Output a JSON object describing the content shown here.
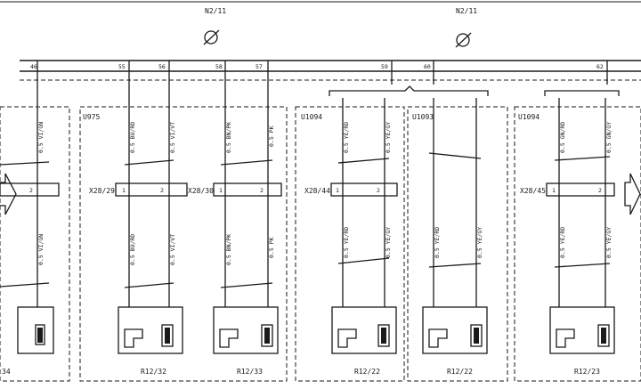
{
  "top_labels": [
    "N2/11",
    "N2/11"
  ],
  "bus_pins": [
    "46",
    "55",
    "56",
    "58",
    "57",
    "59",
    "60",
    "62"
  ],
  "modules": [
    {
      "name": "U975"
    },
    {
      "name": "U1094"
    },
    {
      "name": "U1093"
    },
    {
      "name": "U1094"
    }
  ],
  "connectors": [
    "X28/29",
    "X28/30",
    "X28/44",
    "X28/45"
  ],
  "wires_upper": [
    "0.5 VI/GN",
    "0.5 BU/RD",
    "0.5 VI/VT",
    "0.5 BN/PK",
    "0.5 PK",
    "0.5 YE/RD",
    "0.5 YE/GY",
    "0.5 GN/RD",
    "0.5 GN/GY"
  ],
  "wires_lower": [
    "0.5 VI/GN",
    "0.5 BU/RD",
    "0.5 VI/VT",
    "0.5 BN/PK",
    "0.5 PK",
    "0.5 YE/RD",
    "0.5 YE/GY",
    "0.5 YE/RD",
    "0.5 YE/GY",
    "0.5 YE/RD",
    "0.5 YE/GY"
  ],
  "components": [
    "34",
    "R12/32",
    "R12/33",
    "R12/22",
    "R12/22",
    "R12/23"
  ]
}
